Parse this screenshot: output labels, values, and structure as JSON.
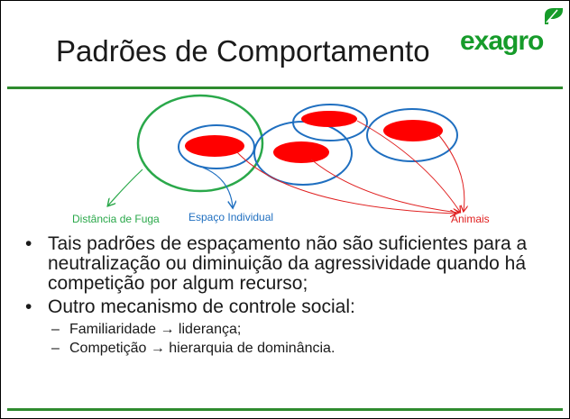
{
  "slide": {
    "title": "Padrões de Comportamento",
    "logo_text": "exagro",
    "colors": {
      "accent_green": "#2e8b2e",
      "fuga_green": "#2aa84a",
      "individual_blue": "#1f6fc0",
      "animal_red": "#ff0000"
    }
  },
  "diagram": {
    "labels": {
      "fuga": "Distância de Fuga",
      "espaco": "Espaço Individual",
      "animais": "Animais"
    }
  },
  "bullets": [
    {
      "marker": "•",
      "text": "Tais padrões de espaçamento não são suficientes para a neutralização ou diminuição da agressividade quando há competição por algum recurso;"
    },
    {
      "marker": "•",
      "text": "Outro mecanismo de controle social:"
    }
  ],
  "sub_bullets": [
    {
      "marker": "–",
      "text": "Familiaridade → liderança;"
    },
    {
      "marker": "–",
      "text": "Competição → hierarquia de dominância."
    }
  ]
}
